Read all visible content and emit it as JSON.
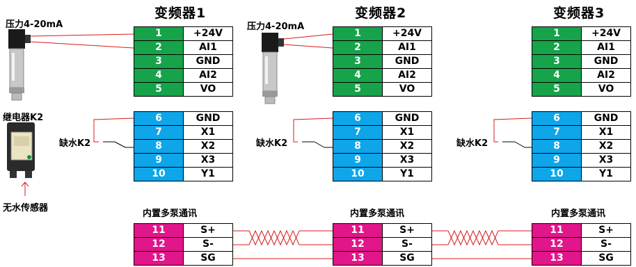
{
  "titles": [
    "变频器1",
    "变频器2",
    "变频器3"
  ],
  "sensor_labels": [
    "压力4-20mA",
    "压力4-20mA"
  ],
  "relay_label": "继电器K2",
  "no_water_sensor_label": "无水传感器",
  "switch_labels": [
    "缺水K2",
    "缺水K2",
    "缺水K2"
  ],
  "comm_labels": [
    "内置多泵通讯",
    "内置多泵通讯",
    "内置多泵通讯"
  ],
  "green_rows": [
    {
      "num": "1",
      "name": "+24V"
    },
    {
      "num": "2",
      "name": "AI1"
    },
    {
      "num": "3",
      "name": "GND"
    },
    {
      "num": "4",
      "name": "AI2"
    },
    {
      "num": "5",
      "name": "VO"
    }
  ],
  "blue_rows": [
    {
      "num": "6",
      "name": "GND"
    },
    {
      "num": "7",
      "name": "X1"
    },
    {
      "num": "8",
      "name": "X2"
    },
    {
      "num": "9",
      "name": "X3"
    },
    {
      "num": "10",
      "name": "Y1"
    }
  ],
  "magenta_rows": [
    {
      "num": "11",
      "name": "S+"
    },
    {
      "num": "12",
      "name": "S-"
    },
    {
      "num": "13",
      "name": "SG"
    }
  ],
  "colors": {
    "terminal_green": "#16a34a",
    "terminal_blue": "#0ea5e9",
    "terminal_magenta": "#e0168a",
    "wire_red": "#d81b1b"
  }
}
